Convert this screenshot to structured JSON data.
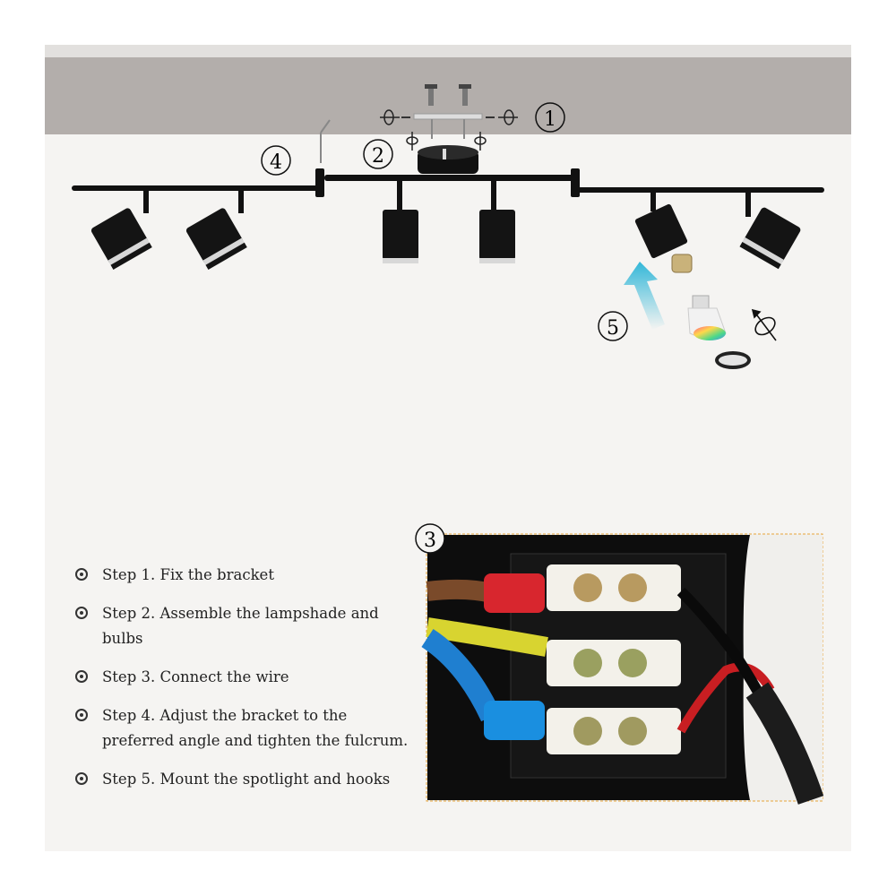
{
  "callouts": {
    "c1": "1",
    "c2": "2",
    "c3": "3",
    "c4": "4",
    "c5": "5"
  },
  "steps": [
    {
      "label": "Step 1. Fix the bracket"
    },
    {
      "label": "Step 2. Assemble the lampshade and bulbs"
    },
    {
      "label": "Step 3. Connect the wire"
    },
    {
      "label": "Step 4. Adjust the bracket to the preferred angle and tighten the fulcrum."
    },
    {
      "label": "Step 5. Mount the spotlight and hooks"
    }
  ],
  "colors": {
    "ceiling": "#b3aeab",
    "background": "#f5f4f2",
    "fixture": "#111111",
    "arrow": "#33b7d8",
    "photo_border": "#e8a53a"
  },
  "icons": [
    "rotate-icon",
    "bulb-icon",
    "arrow-up-icon",
    "screwdriver-icon"
  ]
}
